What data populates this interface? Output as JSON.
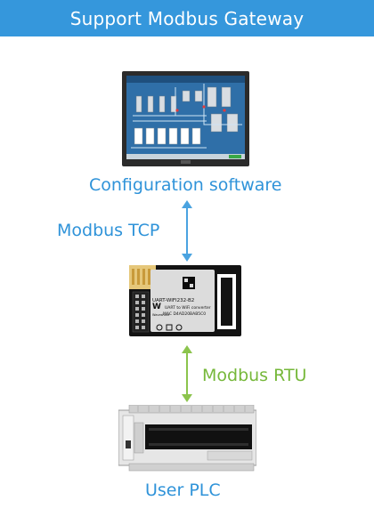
{
  "header": {
    "title": "Support Modbus Gateway"
  },
  "nodes": {
    "software_label": "Configuration software",
    "module_text_line1": "UART-WIFI232-B2",
    "module_text_line2": "UART to WiFi converter",
    "module_text_line3": "MAC D4AD20BAB5C0",
    "module_brand": "Waveshare",
    "plc_label": "User PLC"
  },
  "links": {
    "top": "Modbus TCP",
    "bottom": "Modbus RTU"
  },
  "colors": {
    "header_bg": "#3597dc",
    "software_label": "#2f93d9",
    "modbus_tcp": "#2f93d9",
    "modbus_rtu": "#76b83a",
    "plc_label": "#2f93d9",
    "arrow_tcp": "#4aa3e0",
    "arrow_rtu": "#8cc44d"
  },
  "icons": {
    "software": "scada-monitor-icon",
    "module": "wifi-module-icon",
    "plc": "plc-device-icon"
  }
}
